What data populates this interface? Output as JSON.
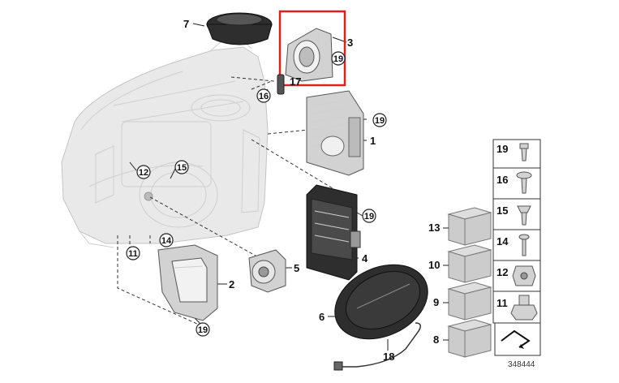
{
  "labels": {
    "p1": "1",
    "p2": "2",
    "p3": "3",
    "p4": "4",
    "p5": "5",
    "p6": "6",
    "p7": "7",
    "p8": "8",
    "p9": "9",
    "p10": "10",
    "p11": "11",
    "p12": "12",
    "p13": "13",
    "p14": "14",
    "p15": "15",
    "p16": "16",
    "p17": "17",
    "p18": "18",
    "p19": "19"
  },
  "legend": {
    "items": [
      "19",
      "16",
      "15",
      "14",
      "12",
      "11"
    ],
    "boxes": [
      "13",
      "10",
      "9",
      "8"
    ]
  },
  "highlight_color": "#e02020",
  "reference": "348444"
}
